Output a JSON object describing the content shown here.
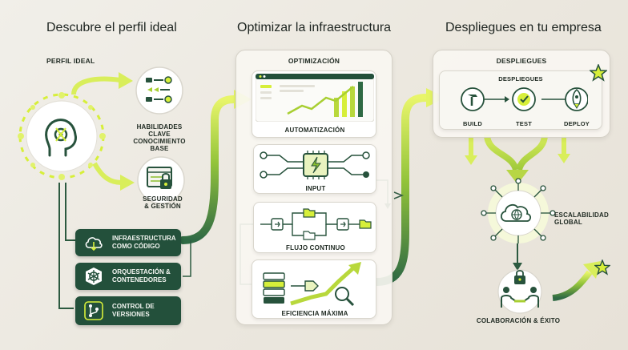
{
  "headings": {
    "col1": "Descubre el perfil ideal",
    "col2": "Optimizar la infraestructura",
    "col3": "Despliegues en tu empresa"
  },
  "col1": {
    "section_label": "PERFIL IDEAL",
    "skills_label": "HABILIDADES\nCLAVE",
    "knowledge_label": "CONOCIMIENTO\nBASE",
    "security_label": "SEGURIDAD\n& GESTIÓN",
    "cards": [
      {
        "label": "INFRAESTRUCTURA\nCOMO CÓDIGO",
        "icon": "cloud-download-icon"
      },
      {
        "label": "ORQUESTACIÓN &\nCONTENEDORES",
        "icon": "kubernetes-wheel-icon"
      },
      {
        "label": "CONTROL DE\nVERSIONES",
        "icon": "git-branch-icon"
      }
    ]
  },
  "col2": {
    "panel_title": "OPTIMIZACIÓN",
    "automation_label": "AUTOMATIZACIÓN",
    "input_label": "INPUT",
    "flow_label": "FLUJO CONTINUO",
    "efficiency_label": "EFICIENCIA MÁXIMA"
  },
  "col3": {
    "panel_title": "DESPLIEGUES",
    "inner_title": "DESPLIEGUES",
    "steps": [
      {
        "label": "BUILD",
        "icon": "hammer-icon"
      },
      {
        "label": "TEST",
        "icon": "checkmark-icon"
      },
      {
        "label": "DEPLOY",
        "icon": "rocket-icon"
      }
    ],
    "scalability_label": "ESCALABILIDAD\nGLOBAL",
    "collaboration_label": "COLABORACIÓN & ÉXITO"
  },
  "colors": {
    "dark_green": "#23503b",
    "lime": "#d7ef3a",
    "accent_green": "#6f9a22"
  }
}
